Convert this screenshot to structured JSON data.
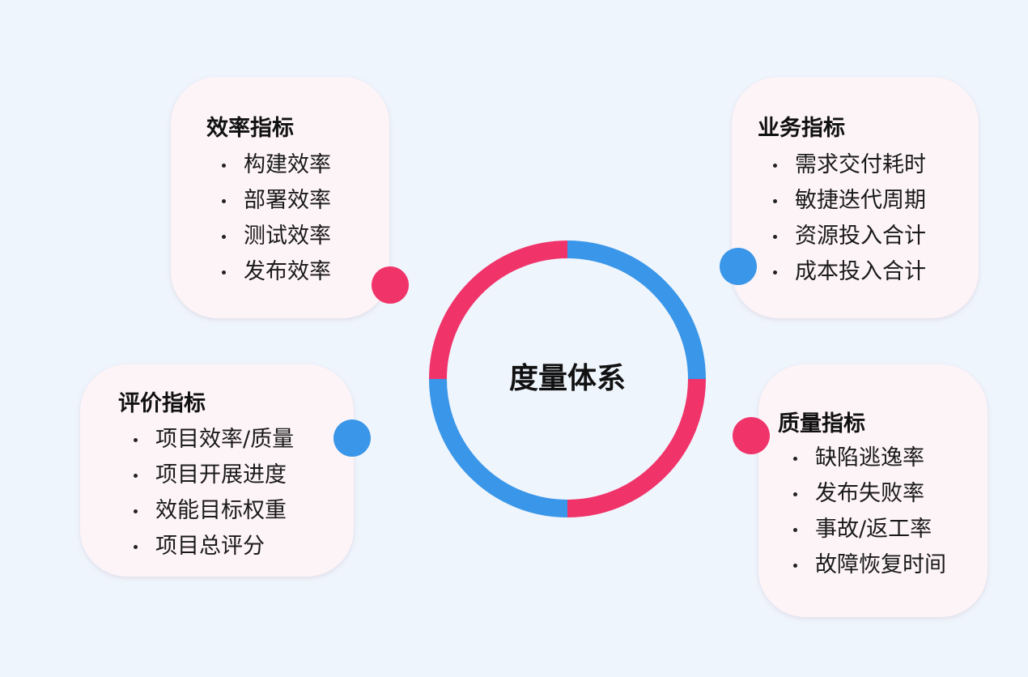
{
  "center": {
    "title": "度量体系"
  },
  "colors": {
    "background": "#eff5fd",
    "card": "#fdf4f7",
    "pink": "#f0346a",
    "blue": "#3a96e8"
  },
  "cards": {
    "efficiency": {
      "title": "效率指标",
      "items": [
        "构建效率",
        "部署效率",
        "测试效率",
        "发布效率"
      ]
    },
    "business": {
      "title": "业务指标",
      "items": [
        "需求交付耗时",
        "敏捷迭代周期",
        "资源投入合计",
        "成本投入合计"
      ]
    },
    "evaluation": {
      "title": "评价指标",
      "items": [
        "项目效率/质量",
        "项目开展进度",
        "效能目标权重",
        "项目总评分"
      ]
    },
    "quality": {
      "title": "质量指标",
      "items": [
        "缺陷逃逸率",
        "发布失败率",
        "事故/返工率",
        "故障恢复时间"
      ]
    }
  }
}
